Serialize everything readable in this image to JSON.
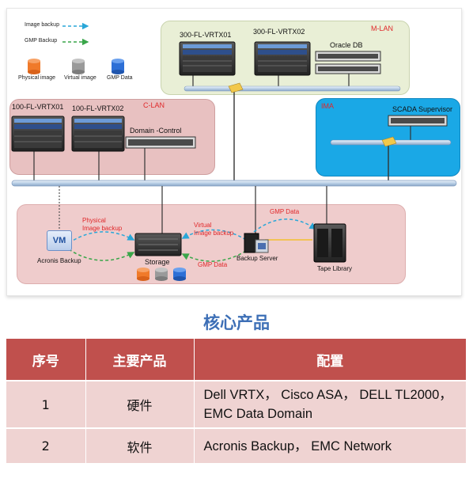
{
  "diagram": {
    "legend": {
      "image_backup": "Image backup",
      "gmp_backup": "GMP Backup",
      "physical_image": "Physical image",
      "virtual_image": "Virtual image",
      "gmp_data": "GMP Data"
    },
    "mlan": {
      "zone_label": "M-LAN",
      "server1": "300-FL-VRTX01",
      "server2": "300-FL-VRTX02",
      "oracle": "Oracle DB"
    },
    "clan": {
      "zone_label": "C-LAN",
      "server1": "100-FL-VRTX01",
      "server2": "100-FL-VRTX02",
      "domain": "Domain -Control"
    },
    "ima": {
      "zone_label": "IMA",
      "scada": "SCADA Supervisor"
    },
    "backup": {
      "vm_badge": "VM",
      "acronis": "Acronis Backup",
      "physical_image_backup_line1": "Physical",
      "physical_image_backup_line2": "Image backup",
      "storage": "Storage",
      "virtual_image_backup_line1": "Virtual",
      "virtual_image_backup_line2": "Image backup",
      "gmp_data_left": "GMP Data",
      "gmp_data_top": "GMP Data",
      "backup_server": "Backup Server",
      "tape_library": "Tape Library"
    },
    "colors": {
      "physical": "#f07a2a",
      "virtual": "#9a9a9a",
      "gmp": "#2d6fd6",
      "image_arrow": "#2aa7d8",
      "gmp_arrow": "#3aa64a",
      "gmp_line": "#f4c030"
    }
  },
  "heading": "核心产品",
  "table": {
    "headers": [
      "序号",
      "主要产品",
      "配置"
    ],
    "rows": [
      {
        "no": "1",
        "product": "硬件",
        "config_line1": "Dell VRTX， Cisco ASA， DELL TL2000，",
        "config_line2": "EMC Data Domain"
      },
      {
        "no": "2",
        "product": "软件",
        "config_line1": "Acronis Backup， EMC Network",
        "config_line2": ""
      }
    ]
  }
}
